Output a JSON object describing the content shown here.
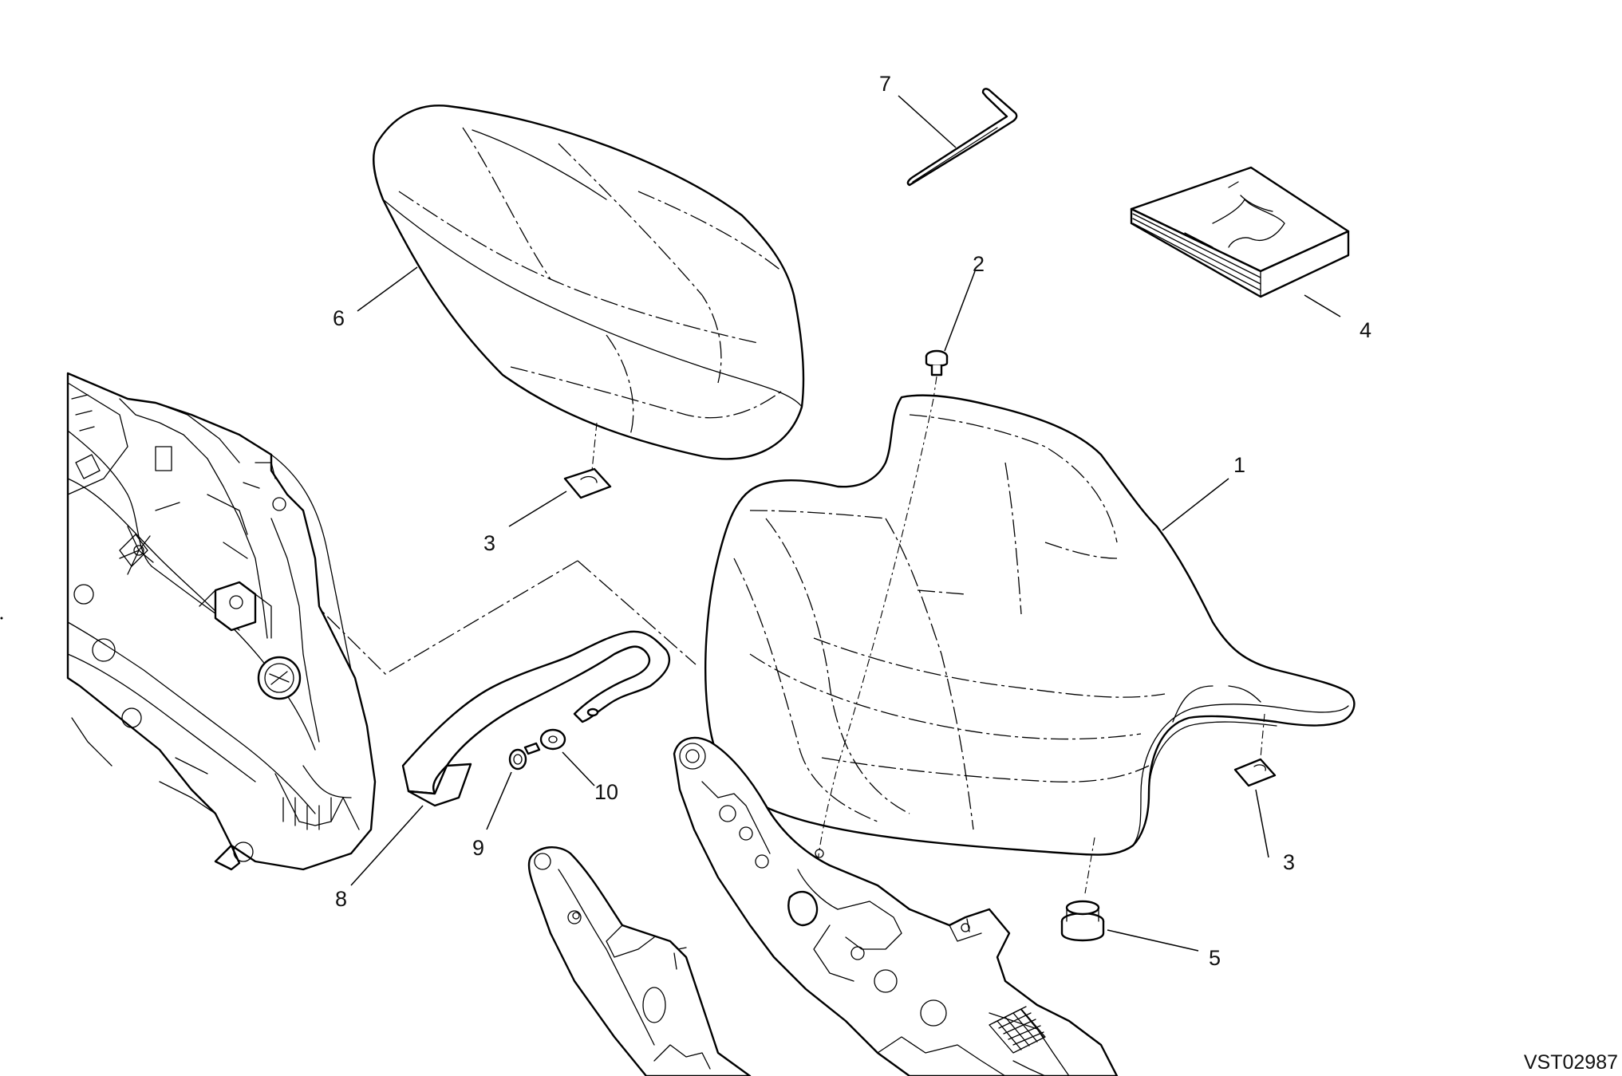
{
  "drawing": {
    "reference_code": "VST02987"
  },
  "callouts": [
    {
      "id": "rider-seat",
      "label": "1"
    },
    {
      "id": "screw-top",
      "label": "2"
    },
    {
      "id": "clip-left",
      "label": "3"
    },
    {
      "id": "clip-right",
      "label": "3"
    },
    {
      "id": "owner-manual",
      "label": "4"
    },
    {
      "id": "rubber-pad",
      "label": "5"
    },
    {
      "id": "passenger-seat",
      "label": "6"
    },
    {
      "id": "allen-key",
      "label": "7"
    },
    {
      "id": "grab-strap",
      "label": "8"
    },
    {
      "id": "screw-strap",
      "label": "9"
    },
    {
      "id": "washer",
      "label": "10"
    }
  ]
}
